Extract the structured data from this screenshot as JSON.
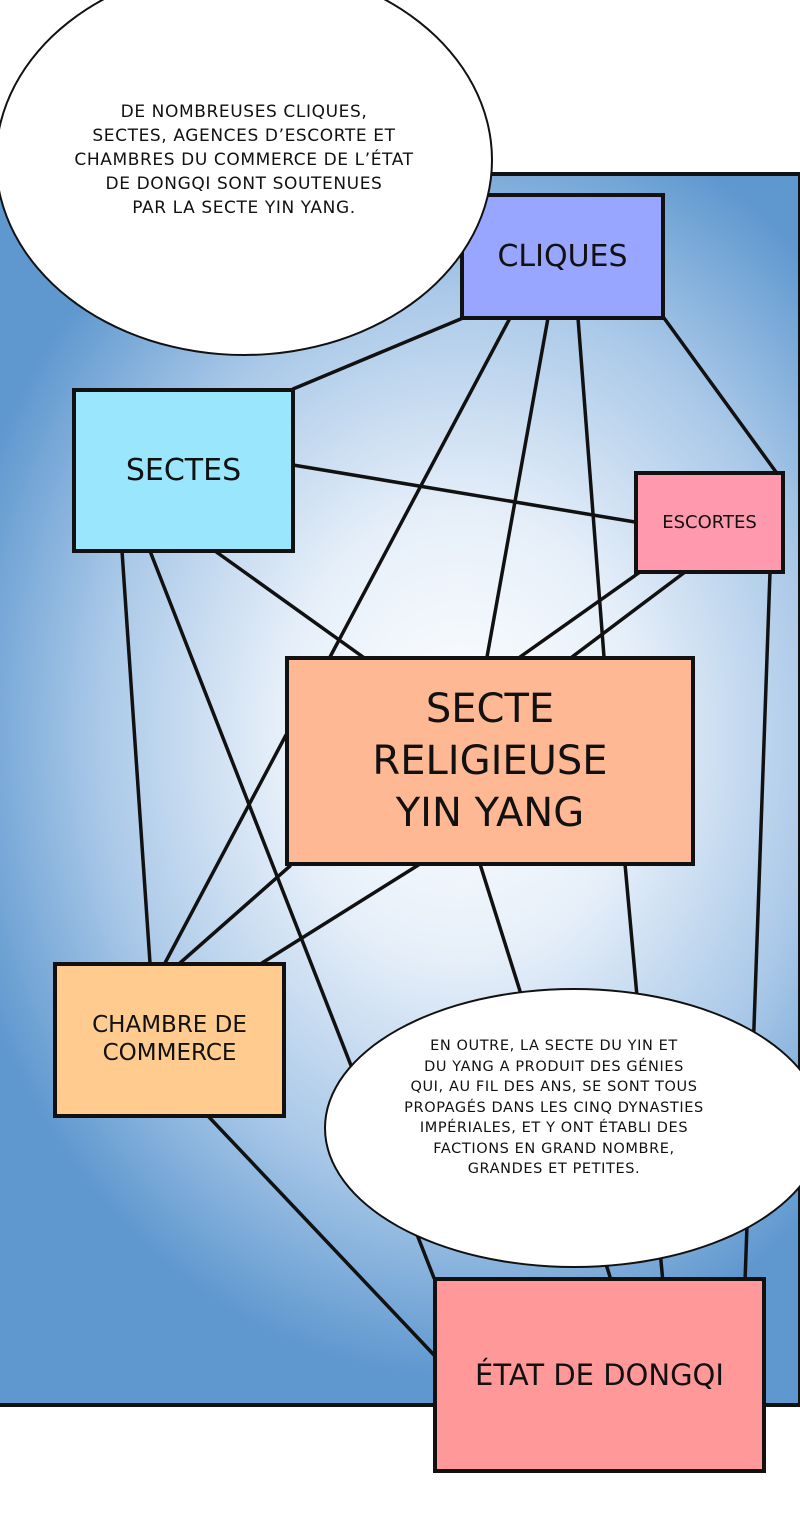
{
  "nodes": {
    "cliques": {
      "label": "CLIQUES",
      "color": "#99a6ff"
    },
    "sectes": {
      "label": "SECTES",
      "color": "#9ae6fd"
    },
    "escortes": {
      "label": "ESCORTES",
      "color": "#ff9aae"
    },
    "central": {
      "lines": [
        "SECTE",
        "RELIGIEUSE",
        "YIN YANG"
      ],
      "color": "#ffb894"
    },
    "chambre": {
      "lines": [
        "CHAMBRE DE",
        "COMMERCE"
      ],
      "color": "#ffcb8e"
    },
    "etat": {
      "label": "ÉTAT DE DONGQI",
      "color": "#ff9898"
    }
  },
  "bubbles": {
    "top": [
      "DE NOMBREUSES CLIQUES,",
      "SECTES, AGENCES D’ESCORTE ET",
      "CHAMBRES DU COMMERCE DE L’ÉTAT",
      "DE DONGQI SONT SOUTENUES",
      "PAR LA SECTE YIN YANG."
    ],
    "bottom": [
      "EN OUTRE, LA SECTE DU YIN ET",
      "DU YANG A PRODUIT DES GÉNIES",
      "QUI, AU FIL DES ANS, SE SONT TOUS",
      "PROPAGÉS DANS LES CINQ DYNASTIES",
      "IMPÉRIALES, ET Y ONT ÉTABLI DES",
      "FACTIONS EN GRAND NOMBRE,",
      "GRANDES ET PETITES."
    ]
  }
}
